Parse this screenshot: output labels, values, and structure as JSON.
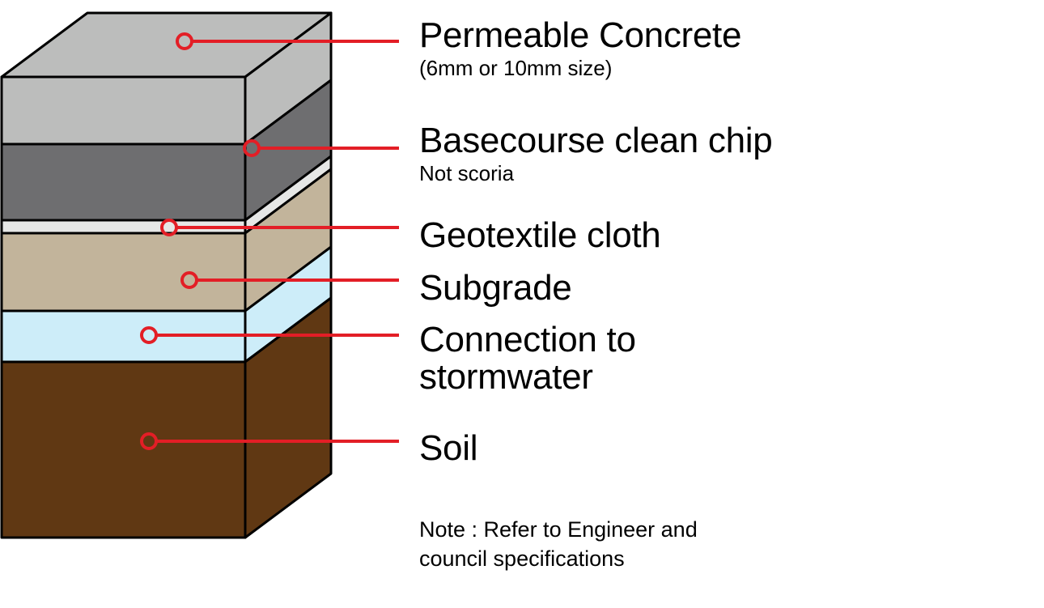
{
  "diagram": {
    "title": "Permeable concrete layer cross-section",
    "layers": [
      {
        "id": "permeable-concrete",
        "label": "Permeable Concrete",
        "sublabel": "(6mm or 10mm size)",
        "color": "#bcbdbc"
      },
      {
        "id": "basecourse",
        "label": "Basecourse clean chip",
        "sublabel": "Not scoria",
        "color": "#6e6e70"
      },
      {
        "id": "geotextile",
        "label": "Geotextile cloth",
        "sublabel": "",
        "color": "#e6e7e6"
      },
      {
        "id": "subgrade",
        "label": "Subgrade",
        "sublabel": "",
        "color": "#c2b49b"
      },
      {
        "id": "stormwater",
        "label": "Connection to\nstormwater",
        "label_line1": "Connection to",
        "label_line2": "stormwater",
        "sublabel": "",
        "color": "#cdedf9"
      },
      {
        "id": "soil",
        "label": "Soil",
        "sublabel": "",
        "color": "#603813"
      }
    ],
    "leader_color": "#e31e26",
    "outline_color": "#000000",
    "note_line1": "Note : Refer to Engineer and",
    "note_line2": "council specifications"
  }
}
